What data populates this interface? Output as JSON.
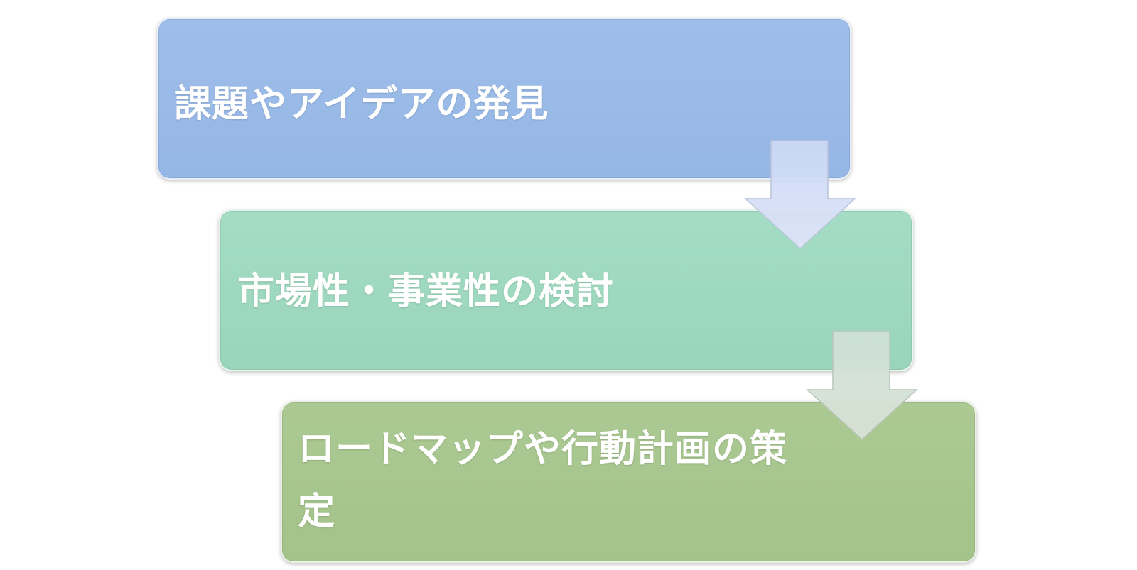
{
  "steps": [
    {
      "label": "課題やアイデアの発見",
      "color": "#98b8e6"
    },
    {
      "label": "市場性・事業性の検討",
      "color": "#9dd7be"
    },
    {
      "label": "ロードマップや行動計画の策定",
      "color": "#a7c58d"
    }
  ]
}
